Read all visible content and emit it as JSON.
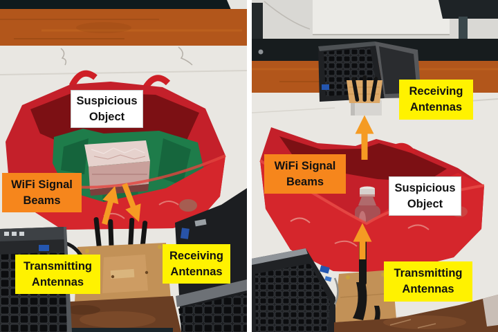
{
  "colors": {
    "label_orange": "#F6861C",
    "label_yellow": "#FFF200",
    "label_white": "#FFFFFF",
    "label_text": "#111111",
    "arrow_orange": "#F59B23",
    "bag_red": "#C4202A",
    "bag_red_bright": "#D5262C",
    "bag_red_dark": "#7C1014",
    "wood_plank": "#B2561B",
    "table_white": "#E9E7E2",
    "table_brown": "#6A3E23",
    "cardboard": "#C29157",
    "tissue_green": "#1E7C4A"
  },
  "icons": {
    "beam_arrow": "orange-arrow"
  },
  "left_photo": {
    "labels": {
      "suspicious_object": {
        "line1": "Suspicious",
        "line2": "Object"
      },
      "wifi_signal_beams": {
        "line1": "WiFi Signal",
        "line2": "Beams"
      },
      "transmitting_antennas": {
        "line1": "Transmitting",
        "line2": "Antennas"
      },
      "receiving_antennas": {
        "line1": "Receiving",
        "line2": "Antennas"
      }
    }
  },
  "right_photo": {
    "labels": {
      "receiving_antennas": {
        "line1": "Receiving",
        "line2": "Antennas"
      },
      "wifi_signal_beams": {
        "line1": "WiFi Signal",
        "line2": "Beams"
      },
      "suspicious_object": {
        "line1": "Suspicious",
        "line2": "Object"
      },
      "transmitting_antennas": {
        "line1": "Transmitting",
        "line2": "Antennas"
      }
    }
  }
}
